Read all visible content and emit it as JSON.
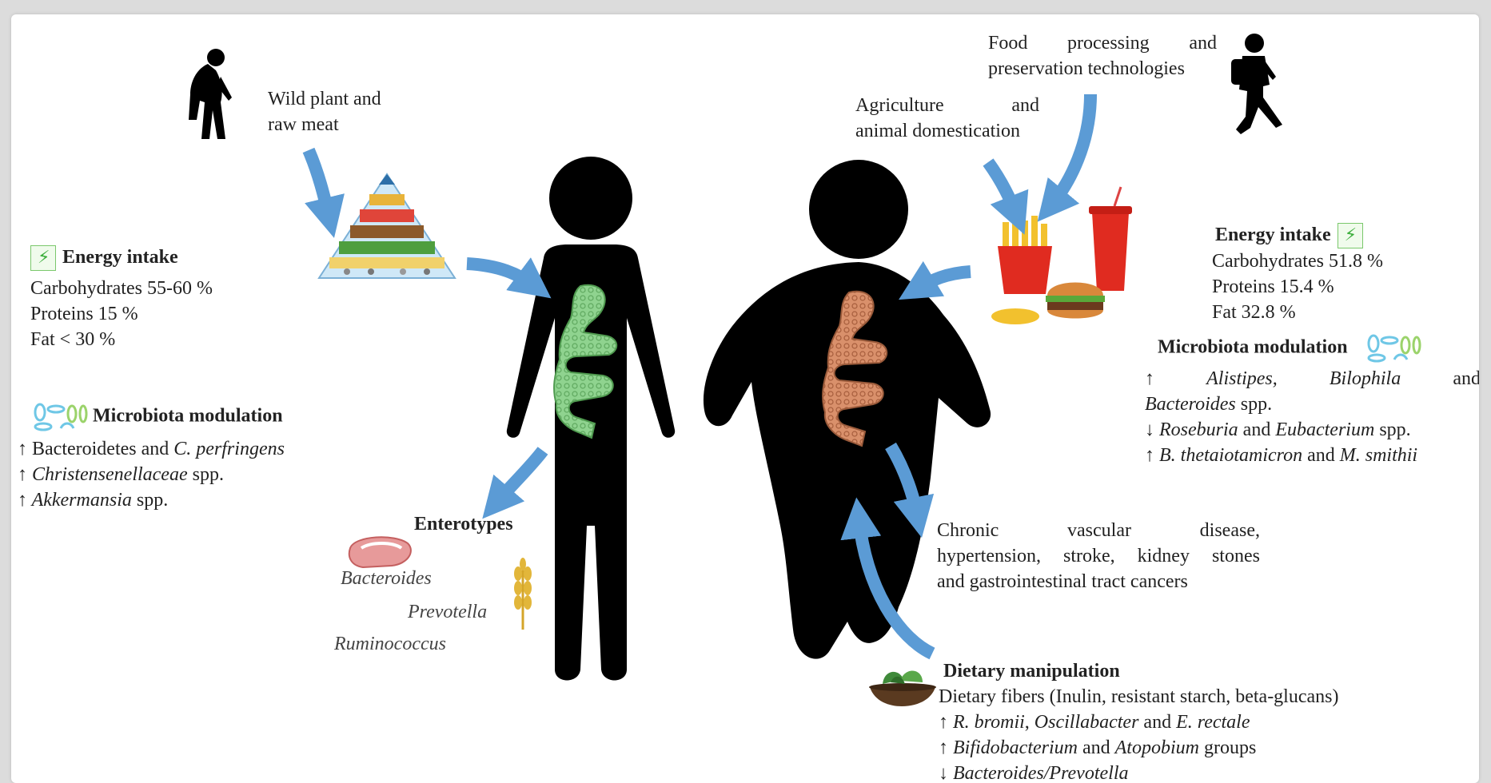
{
  "colors": {
    "arrow": "#5b9bd5",
    "silhouette": "#000000",
    "healthy_gut": "#8fd38f",
    "unhealthy_gut": "#d9906b",
    "text": "#222222",
    "accent_green": "#3cae3c"
  },
  "left": {
    "ancestor_caption": [
      "Wild plant and",
      "raw meat"
    ],
    "energy": {
      "title": "Energy intake",
      "lines": [
        "Carbohydrates 55-60 %",
        "Proteins 15 %",
        "Fat < 30 %"
      ]
    },
    "microbiota": {
      "title": "Microbiota modulation",
      "lines": [
        {
          "arrow": "↑",
          "parts": [
            {
              "t": " Bacteroidetes and ",
              "i": false
            },
            {
              "t": "C. perfringens",
              "i": true
            }
          ]
        },
        {
          "arrow": "↑",
          "parts": [
            {
              "t": " Christensenellaceae",
              "i": true
            },
            {
              "t": " spp.",
              "i": false
            }
          ]
        },
        {
          "arrow": "↑",
          "parts": [
            {
              "t": " Akkermansia",
              "i": true
            },
            {
              "t": " spp.",
              "i": false
            }
          ]
        }
      ]
    },
    "enterotypes": {
      "title": "Enterotypes",
      "items": [
        "Bacteroides",
        "Prevotella",
        "Ruminococcus"
      ]
    }
  },
  "right": {
    "food_caption": {
      "line1": [
        "Food",
        "processing",
        "and"
      ],
      "line2": "preservation technologies"
    },
    "agri_caption": {
      "line1": [
        "Agriculture",
        "and"
      ],
      "line2": "animal domestication"
    },
    "energy": {
      "title": "Energy intake",
      "lines": [
        "Carbohydrates 51.8 %",
        "Proteins 15.4 %",
        "Fat 32.8 %"
      ]
    },
    "microbiota": {
      "title": "Microbiota modulation",
      "line1_words": [
        "↑",
        "Alistipes,",
        "Bilophila",
        "and"
      ],
      "line2": "Bacteroides",
      "line2_suffix": " spp.",
      "line3": {
        "arrow": "↓",
        "parts": [
          {
            "t": " Roseburia",
            "i": true
          },
          {
            "t": " and ",
            "i": false
          },
          {
            "t": "Eubacterium",
            "i": true
          },
          {
            "t": " spp.",
            "i": false
          }
        ]
      },
      "line4": {
        "arrow": "↑",
        "parts": [
          {
            "t": " B. thetaiotamicron",
            "i": true
          },
          {
            "t": " and ",
            "i": false
          },
          {
            "t": "M. smithii",
            "i": true
          }
        ]
      }
    },
    "disease": {
      "line1": [
        "Chronic",
        "vascular",
        "disease,"
      ],
      "line2": [
        "hypertension,",
        "stroke,",
        "kidney",
        "stones"
      ],
      "line3": "and gastrointestinal tract cancers"
    },
    "dietary": {
      "title": "Dietary manipulation",
      "line1": "Dietary fibers (Inulin, resistant starch, beta-glucans)",
      "lines": [
        {
          "arrow": "↑",
          "parts": [
            {
              "t": " R. bromii",
              "i": true
            },
            {
              "t": ", ",
              "i": false
            },
            {
              "t": "Oscillabacter",
              "i": true
            },
            {
              "t": " and ",
              "i": false
            },
            {
              "t": "E. rectale",
              "i": true
            }
          ]
        },
        {
          "arrow": "↑",
          "parts": [
            {
              "t": " Bifidobacterium",
              "i": true
            },
            {
              "t": " and ",
              "i": false
            },
            {
              "t": "Atopobium",
              "i": true
            },
            {
              "t": " groups",
              "i": false
            }
          ]
        },
        {
          "arrow": "↓",
          "parts": [
            {
              "t": " Bacteroides/Prevotella",
              "i": true
            }
          ]
        }
      ]
    }
  }
}
